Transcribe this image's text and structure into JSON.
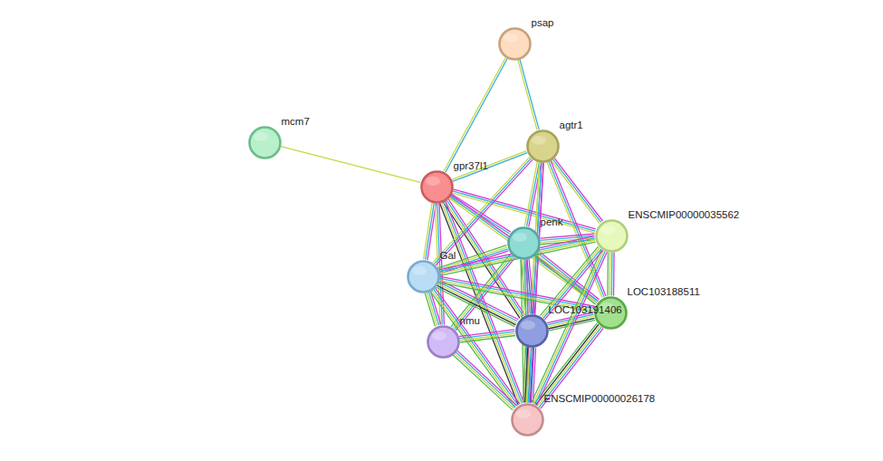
{
  "diagram": {
    "nodes": [
      {
        "text": [
          "psap"
        ]
      },
      {
        "text": [
          "mcm7"
        ]
      },
      {
        "text": [
          "agtr1"
        ]
      },
      {
        "text": [
          "gpr37l1"
        ]
      },
      {
        "text": [
          "ENSCMIP00000035562"
        ]
      },
      {
        "text": [
          "penk"
        ]
      },
      {
        "text": [
          "Gal"
        ]
      },
      {
        "text": [
          "LOC103188511"
        ]
      },
      {
        "text": [
          "LOC103191406"
        ]
      },
      {
        "text": [
          "nmu"
        ]
      },
      {
        "text": [
          "ENSCMIP00000026178"
        ]
      }
    ],
    "edges": [
      {
        "from": 0,
        "to": 3,
        "arrow": "none"
      },
      {
        "from": 0,
        "to": 2,
        "arrow": "none"
      },
      {
        "from": 1,
        "to": 3,
        "arrow": "none"
      },
      {
        "from": 2,
        "to": 3,
        "arrow": "none"
      },
      {
        "from": 3,
        "to": 5,
        "arrow": "none"
      },
      {
        "from": 3,
        "to": 6,
        "arrow": "none"
      },
      {
        "from": 3,
        "to": 9,
        "arrow": "none"
      },
      {
        "from": 3,
        "to": 8,
        "arrow": "none"
      },
      {
        "from": 3,
        "to": 4,
        "arrow": "none"
      },
      {
        "from": 3,
        "to": 7,
        "arrow": "none"
      },
      {
        "from": 3,
        "to": 10,
        "arrow": "none"
      },
      {
        "from": 2,
        "to": 5,
        "arrow": "none"
      },
      {
        "from": 2,
        "to": 6,
        "arrow": "none"
      },
      {
        "from": 2,
        "to": 4,
        "arrow": "none"
      },
      {
        "from": 2,
        "to": 7,
        "arrow": "none"
      },
      {
        "from": 2,
        "to": 8,
        "arrow": "none"
      },
      {
        "from": 2,
        "to": 10,
        "arrow": "none"
      },
      {
        "from": 5,
        "to": 4,
        "arrow": "none"
      },
      {
        "from": 5,
        "to": 6,
        "arrow": "none"
      },
      {
        "from": 5,
        "to": 9,
        "arrow": "none"
      },
      {
        "from": 5,
        "to": 8,
        "arrow": "none"
      },
      {
        "from": 5,
        "to": 7,
        "arrow": "none"
      },
      {
        "from": 5,
        "to": 10,
        "arrow": "none"
      },
      {
        "from": 6,
        "to": 4,
        "arrow": "none"
      },
      {
        "from": 6,
        "to": 8,
        "arrow": "none"
      },
      {
        "from": 6,
        "to": 7,
        "arrow": "none"
      },
      {
        "from": 6,
        "to": 9,
        "arrow": "none"
      },
      {
        "from": 6,
        "to": 10,
        "arrow": "none"
      },
      {
        "from": 9,
        "to": 8,
        "arrow": "none"
      },
      {
        "from": 9,
        "to": 10,
        "arrow": "none"
      },
      {
        "from": 8,
        "to": 7,
        "arrow": "none"
      },
      {
        "from": 8,
        "to": 10,
        "arrow": "none"
      },
      {
        "from": 7,
        "to": 10,
        "arrow": "none"
      },
      {
        "from": 4,
        "to": 10,
        "arrow": "none"
      },
      {
        "from": 4,
        "to": 8,
        "arrow": "none"
      },
      {
        "from": 4,
        "to": 7,
        "arrow": "none"
      }
    ]
  }
}
